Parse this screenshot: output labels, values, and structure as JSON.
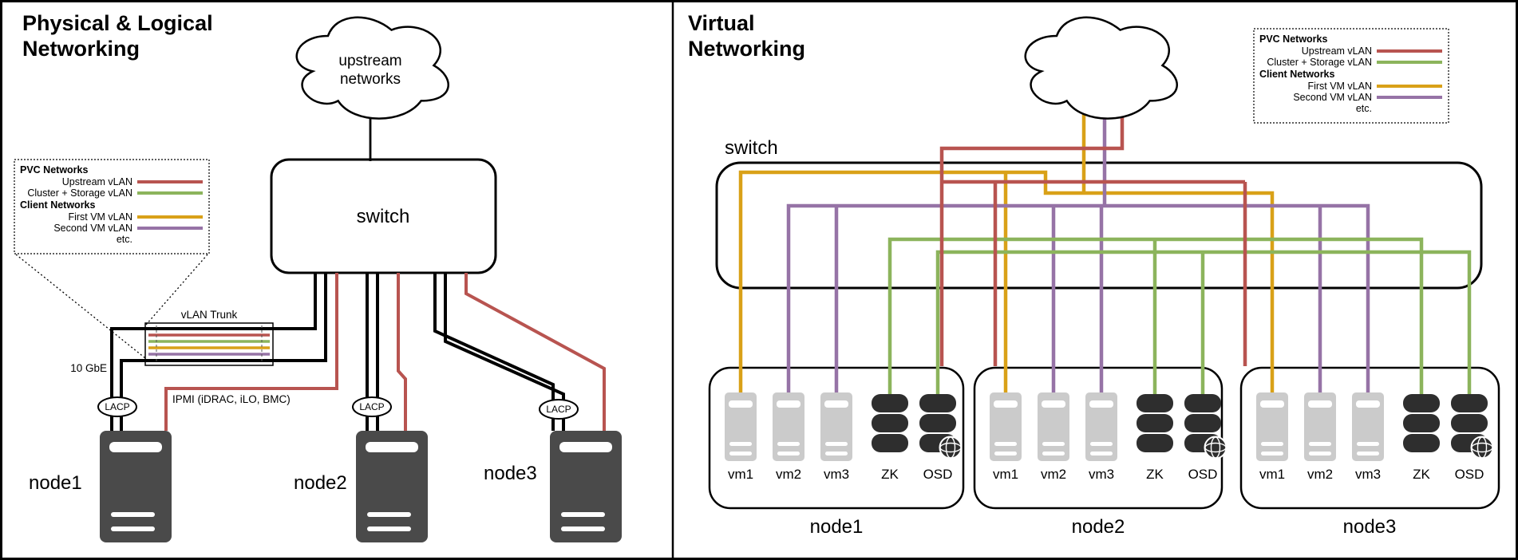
{
  "panels": {
    "physical": {
      "title_line1": "Physical & Logical",
      "title_line2": "Networking",
      "cloud_line1": "upstream",
      "cloud_line2": "networks",
      "switch_label": "switch",
      "vlan_trunk_label": "vLAN Trunk",
      "link_speed_label": "10 GbE",
      "ipmi_label": "IPMI (iDRAC, iLO, BMC)",
      "lacp_label": "LACP",
      "nodes": [
        "node1",
        "node2",
        "node3"
      ]
    },
    "virtual": {
      "title_line1": "Virtual",
      "title_line2": "Networking",
      "switch_label": "switch",
      "nodes": [
        {
          "label": "node1",
          "units": [
            "vm1",
            "vm2",
            "vm3",
            "ZK",
            "OSD"
          ]
        },
        {
          "label": "node2",
          "units": [
            "vm1",
            "vm2",
            "vm3",
            "ZK",
            "OSD"
          ]
        },
        {
          "label": "node3",
          "units": [
            "vm1",
            "vm2",
            "vm3",
            "ZK",
            "OSD"
          ]
        }
      ]
    }
  },
  "legend": {
    "pvc_header": "PVC Networks",
    "client_header": "Client Networks",
    "items": [
      {
        "label": "Upstream vLAN"
      },
      {
        "label": "Cluster + Storage vLAN"
      },
      {
        "label": "First VM vLAN"
      },
      {
        "label": "Second VM vLAN"
      }
    ],
    "etc_label": "etc."
  },
  "colors": {
    "upstream": "#b85450",
    "cluster_storage": "#8cb45c",
    "first_vm": "#d9a118",
    "second_vm": "#9673a6",
    "link": "#000000",
    "server": "#4a4a4a",
    "vm": "#cbcbcb",
    "db": "#2e2e2e"
  }
}
